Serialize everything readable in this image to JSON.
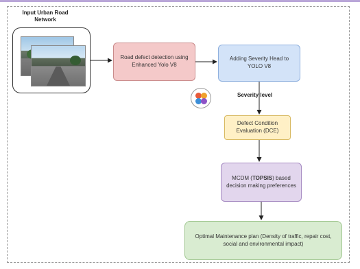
{
  "title": "Input Urban Road Network",
  "nodes": {
    "detect": "Road defect detection using Enhanced Yolo V8",
    "severity_head": "Adding Severity Head to YOLO V8",
    "dce": "Defect Condition Evaluation (DCE)",
    "mcdm_prefix": "MCDM (",
    "mcdm_bold": "TOPSIS",
    "mcdm_suffix": ") based decision making preferences",
    "plan": "Optimal Maintenance plan (Density of traffic, repair cost, social and environmental impact)"
  },
  "edge_label": "Severity level",
  "colors": {
    "detect": "#f4c9c9",
    "severity_head": "#d3e3f8",
    "dce": "#fff0c6",
    "mcdm": "#e2d6ed",
    "plan": "#d9ecd1"
  },
  "icons": [
    "road-photo",
    "colored-dots-logo"
  ]
}
